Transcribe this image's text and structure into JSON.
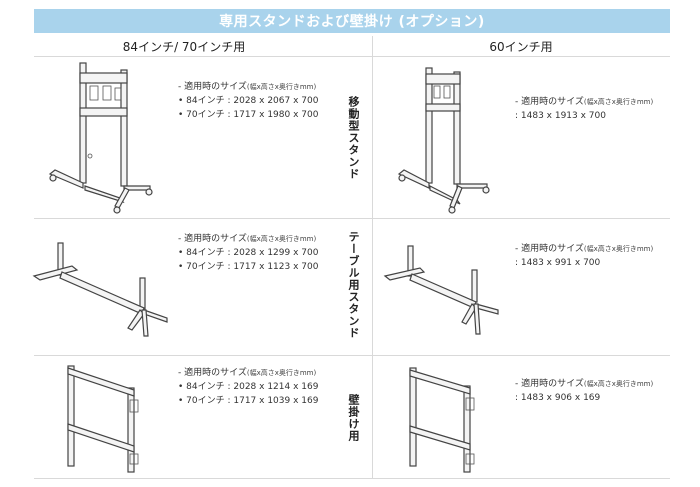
{
  "title": "専用スタンドおよび壁掛け (オプション)",
  "columns": {
    "left": "84インチ/ 70インチ用",
    "right": "60インチ用"
  },
  "rows": [
    {
      "category": "移動型スタンド",
      "left_specs": {
        "heading": "- 適用時のサイズ",
        "heading_dim": "(幅x高さx奥行きmm)",
        "lines": [
          "• 84インチ : 2028 x 2067 x 700",
          "• 70インチ : 1717 x 1980 x 700"
        ]
      },
      "right_specs": {
        "heading": "- 適用時のサイズ",
        "heading_dim": "(幅x高さx奥行きmm)",
        "lines": [
          ": 1483 x 1913 x 700"
        ]
      }
    },
    {
      "category": "テーブル用スタンド",
      "left_specs": {
        "heading": "- 適用時のサイズ",
        "heading_dim": "(幅x高さx奥行きmm)",
        "lines": [
          "• 84インチ : 2028 x 1299 x 700",
          "• 70インチ : 1717 x 1123 x 700"
        ]
      },
      "right_specs": {
        "heading": "- 適用時のサイズ",
        "heading_dim": "(幅x高さx奥行きmm)",
        "lines": [
          ": 1483 x 991 x 700"
        ]
      }
    },
    {
      "category": "壁掛け用",
      "left_specs": {
        "heading": "- 適用時のサイズ",
        "heading_dim": "(幅x高さx奥行きmm)",
        "lines": [
          "• 84インチ : 2028 x 1214 x 169",
          "• 70インチ : 1717 x 1039 x 169"
        ]
      },
      "right_specs": {
        "heading": "- 適用時のサイズ",
        "heading_dim": "(幅x高さx奥行きmm)",
        "lines": [
          ": 1483 x 906 x 169"
        ]
      }
    }
  ],
  "colors": {
    "title_bg": "#a9d3ec",
    "title_text": "#ffffff",
    "grid_line": "#d9d9d9"
  }
}
